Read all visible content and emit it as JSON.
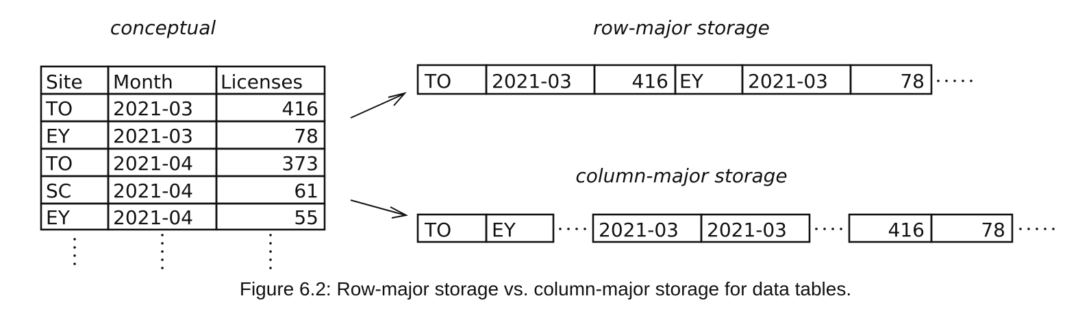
{
  "labels": {
    "conceptual": "conceptual",
    "row_major": "row-major storage",
    "column_major": "column-major storage"
  },
  "table": {
    "headers": [
      "Site",
      "Month",
      "Licenses"
    ],
    "rows": [
      [
        "TO",
        "2021-03",
        "416"
      ],
      [
        "EY",
        "2021-03",
        "78"
      ],
      [
        "TO",
        "2021-04",
        "373"
      ],
      [
        "SC",
        "2021-04",
        "61"
      ],
      [
        "EY",
        "2021-04",
        "55"
      ]
    ]
  },
  "row_major_cells": [
    "TO",
    "2021-03",
    "416",
    "EY",
    "2021-03",
    "78"
  ],
  "column_major_cells": [
    "TO",
    "EY",
    "2021-03",
    "2021-03",
    "416",
    "78"
  ],
  "caption": "Figure 6.2: Row-major storage vs. column-major storage for data tables."
}
